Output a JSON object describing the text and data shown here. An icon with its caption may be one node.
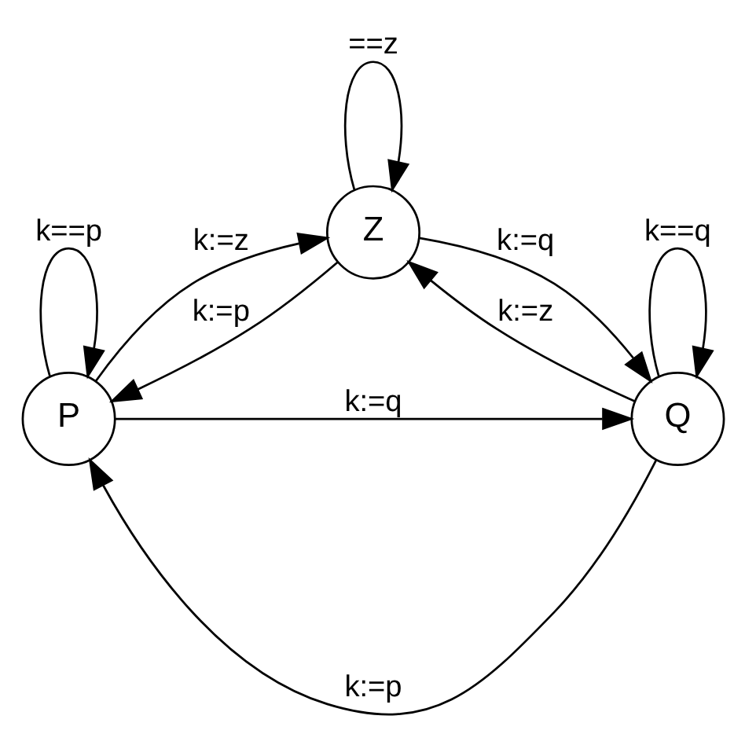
{
  "diagram": {
    "nodes": [
      {
        "text": [
          "P"
        ]
      },
      {
        "text": [
          "Z"
        ]
      },
      {
        "text": [
          "Q"
        ]
      }
    ],
    "edges": [
      {
        "from": 0,
        "to": 0,
        "arrow": "to",
        "label": "k==p"
      },
      {
        "from": 1,
        "to": 0,
        "arrow": "to",
        "label": "k:=p"
      },
      {
        "from": 0,
        "to": 1,
        "arrow": "to",
        "label": "k:=z"
      },
      {
        "from": 1,
        "to": 1,
        "arrow": "to",
        "label": "==z"
      },
      {
        "from": 2,
        "to": 0,
        "arrow": "to",
        "label": "k:=p"
      },
      {
        "from": 0,
        "to": 2,
        "arrow": "to",
        "label": "k:=q"
      },
      {
        "from": 2,
        "to": 1,
        "arrow": "to",
        "label": "k:=z"
      },
      {
        "from": 1,
        "to": 2,
        "arrow": "to",
        "label": "k:=q"
      },
      {
        "from": 2,
        "to": 2,
        "arrow": "to",
        "label": "k==q"
      }
    ]
  }
}
